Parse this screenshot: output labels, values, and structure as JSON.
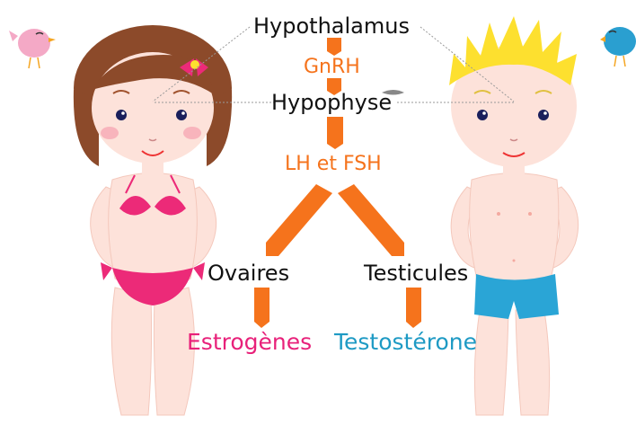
{
  "labels": {
    "hypothalamus": "Hypothalamus",
    "gnrh": "GnRH",
    "hypophyse": "Hypophyse",
    "lh_fsh": "LH et FSH",
    "ovaires": "Ovaires",
    "testicules": "Testicules",
    "estrogenes": "Estrogènes",
    "testosterone": "Testostérone"
  },
  "colors": {
    "arrow": "#f5731c",
    "hormone": "#f5731c",
    "estrogen": "#e8217a",
    "testosterone": "#1e9ac4",
    "skin": "#fde2da",
    "girl_hair": "#8c4a2a",
    "boy_hair": "#fde02f",
    "bikini": "#ec2a78",
    "shorts": "#2aa5d6",
    "pink_bird": "#f4a9c6",
    "blue_bird": "#2a9fd0"
  },
  "icons": {
    "left_bird": "pink-bird-icon",
    "right_bird": "blue-bird-icon",
    "hair_bow": "bow-icon"
  }
}
